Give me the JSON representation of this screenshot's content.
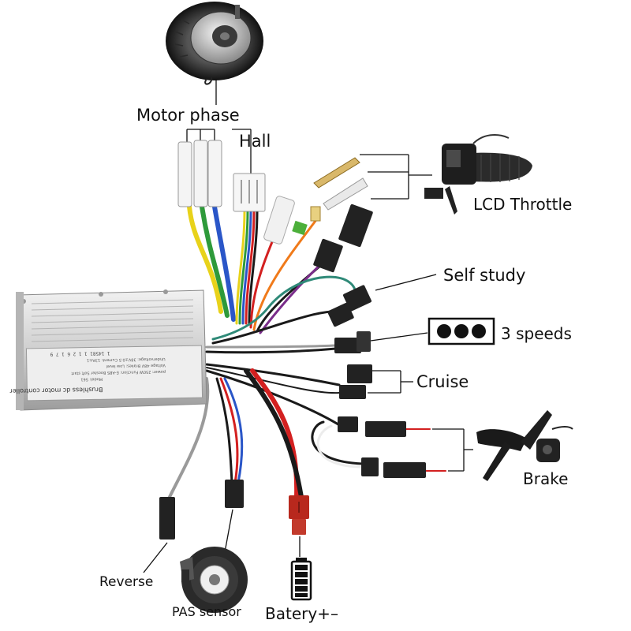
{
  "labels": {
    "motor_phase": "Motor phase",
    "hall": "Hall",
    "lcd_throttle": "LCD Throttle",
    "self_study": "Self study",
    "three_speeds": "3 speeds",
    "cruise": "Cruise",
    "brake": "Brake",
    "reverse": "Reverse",
    "pas_sensor": "PAS sensor",
    "battery": "Batery+–"
  },
  "controller": {
    "title": "Brushless dc motor controller",
    "spec_lines": [
      "Model: S61",
      "power: 250W  Function: E-ABS  Booster  Soft start",
      "Voltage 48V  Brakes: Low level",
      "Undervoltage: 38V±0.5  Current: 13A±1"
    ],
    "barcode": "1 14581 1 1 2 6 1 7 9"
  },
  "colors": {
    "wire_yellow": "#e8d21a",
    "wire_green": "#2e9a3a",
    "wire_blue": "#2a56c8",
    "wire_red": "#d32020",
    "wire_orange": "#f07a1a",
    "wire_black": "#1a1a1a",
    "wire_white": "#ececec",
    "wire_gray": "#9a9a9a",
    "wire_teal": "#2f8a78",
    "wire_purple": "#7a2d8a",
    "controller_body": "#d2d2d2",
    "connector_red": "#b8281d"
  },
  "icons": [
    "hub-motor-icon",
    "lcd-throttle-icon",
    "brake-lever-icon",
    "pas-sensor-icon",
    "battery-icon",
    "speed-switch-icon"
  ]
}
